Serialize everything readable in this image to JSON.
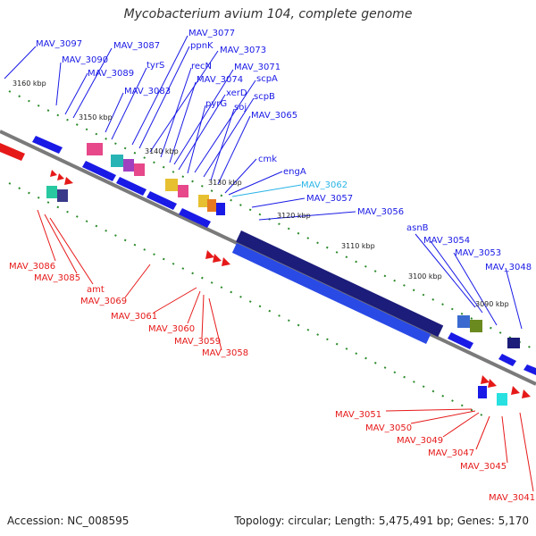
{
  "title": "Mycobacterium avium 104, complete genome",
  "footer": {
    "accession": "Accession: NC_008595",
    "summary": "Topology: circular; Length: 5,475,491 bp; Genes: 5,170"
  },
  "colors": {
    "forward": "#1a1ae6",
    "reverse": "#e61919",
    "highlight": "#28b4e6",
    "backbone": "#7a7a7a"
  },
  "ticks": [
    "3160 kbp",
    "3150 kbp",
    "3140 kbp",
    "3130 kbp",
    "3120 kbp",
    "3110 kbp",
    "3100 kbp",
    "3090 kbp"
  ],
  "top_labels": [
    "MAV_3097",
    "MAV_3090",
    "MAV_3087",
    "MAV_3089",
    "MAV_3077",
    "ppnK",
    "MAV_3073",
    "tyrS",
    "recN",
    "MAV_3071",
    "MAV_3074",
    "scpA",
    "MAV_3083",
    "xerD",
    "scpB",
    "pyrG",
    "soj",
    "MAV_3065",
    "cmk",
    "engA",
    "MAV_3062",
    "MAV_3057",
    "MAV_3056",
    "asnB",
    "MAV_3054",
    "MAV_3053",
    "MAV_3048"
  ],
  "bottom_labels": [
    "MAV_3086",
    "MAV_3085",
    "amt",
    "MAV_3069",
    "MAV_3061",
    "MAV_3060",
    "MAV_3059",
    "MAV_3058",
    "MAV_3051",
    "MAV_3050",
    "MAV_3049",
    "MAV_3047",
    "MAV_3045",
    "MAV_3041"
  ]
}
